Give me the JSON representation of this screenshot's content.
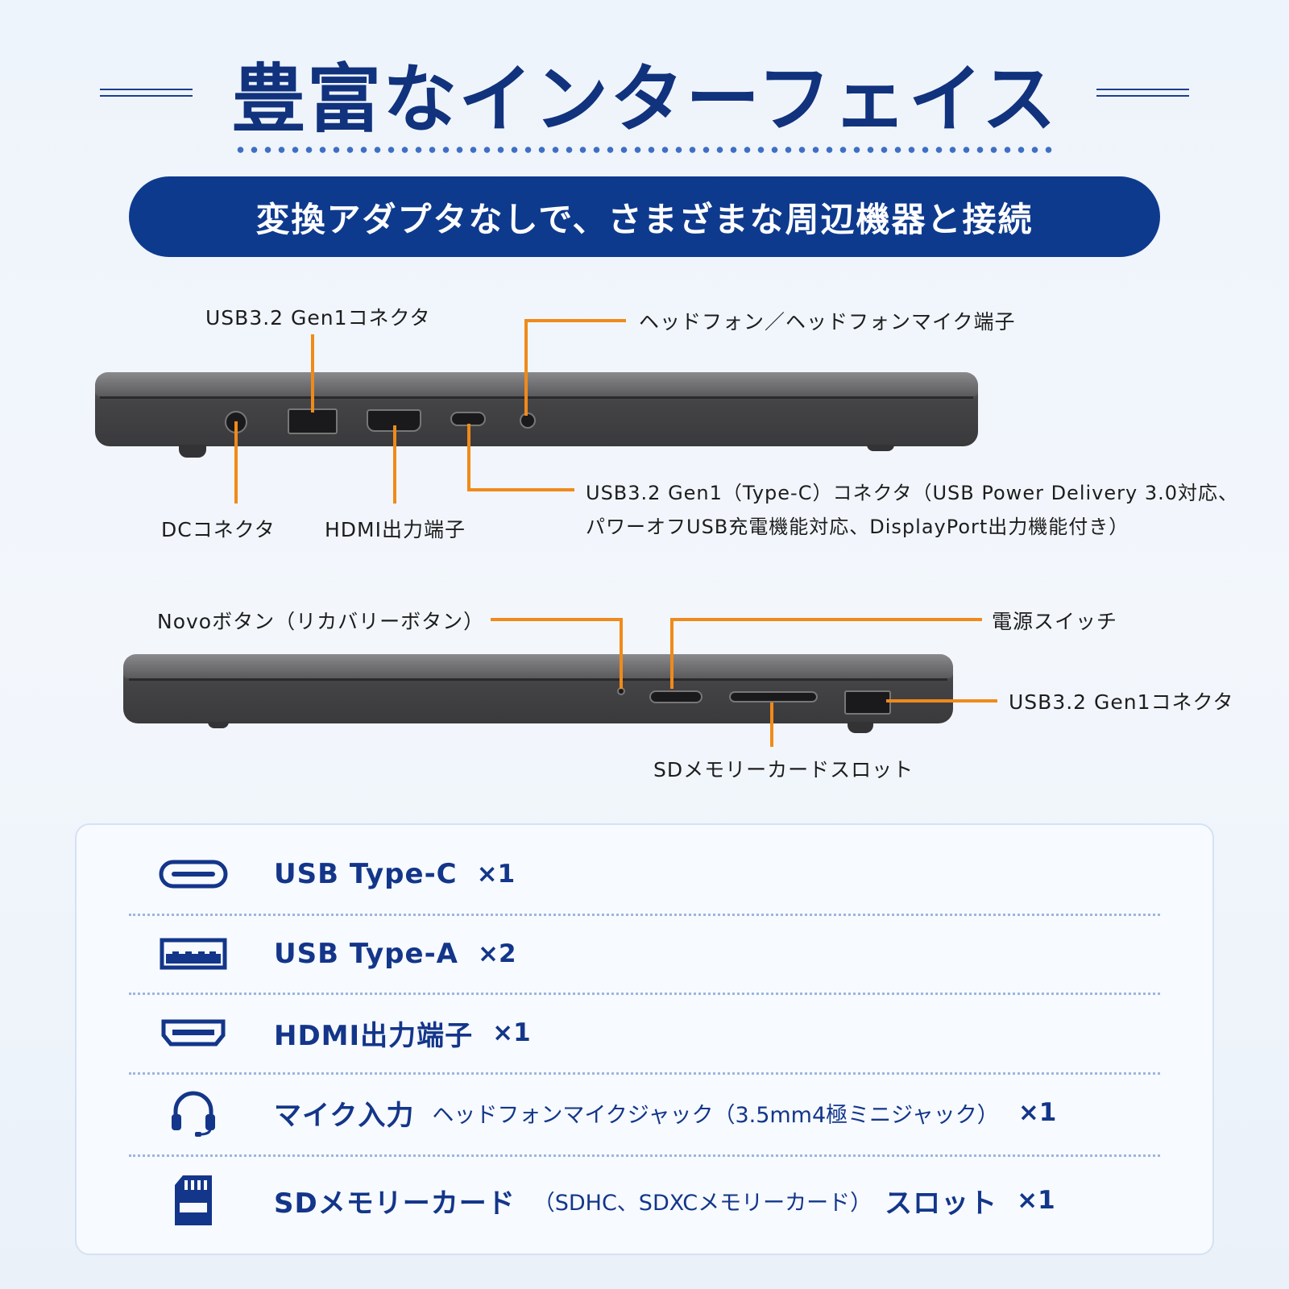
{
  "header": {
    "title": "豊富なインターフェイス",
    "banner": "変換アダプタなしで、さまざまな周辺機器と接続"
  },
  "left_side": {
    "usb_a_label": "USB3.2 Gen1コネクタ",
    "headphone_label": "ヘッドフォン／ヘッドフォンマイク端子",
    "dc_label": "DCコネクタ",
    "hdmi_label": "HDMI出力端子",
    "usbc_label_line1": "USB3.2 Gen1（Type-C）コネクタ（USB Power Delivery 3.0対応、",
    "usbc_label_line2": "パワーオフUSB充電機能対応、DisplayPort出力機能付き）"
  },
  "right_side": {
    "novo_label": "Novoボタン（リカバリーボタン）",
    "power_label": "電源スイッチ",
    "usb_a_label": "USB3.2 Gen1コネクタ",
    "sd_label": "SDメモリーカードスロット"
  },
  "specs": [
    {
      "icon": "usb-c-icon",
      "main": "USB Type-C",
      "sub": "",
      "qty": "×1"
    },
    {
      "icon": "usb-a-icon",
      "main": "USB Type-A",
      "sub": "",
      "qty": "×2"
    },
    {
      "icon": "hdmi-icon",
      "main": "HDMI出力端子",
      "sub": "",
      "qty": "×1"
    },
    {
      "icon": "headset-icon",
      "main": "マイク入力",
      "sub": "ヘッドフォンマイクジャック（3.5mm4極ミニジャック）",
      "qty": "×1"
    },
    {
      "icon": "sd-card-icon",
      "main": "SDメモリーカード",
      "sub": "（SDHC、SDXCメモリーカード）",
      "main2": "スロット",
      "qty": "×1"
    }
  ],
  "colors": {
    "navy": "#11327d",
    "banner": "#0e3a8e",
    "callout": "#f08a1a"
  }
}
